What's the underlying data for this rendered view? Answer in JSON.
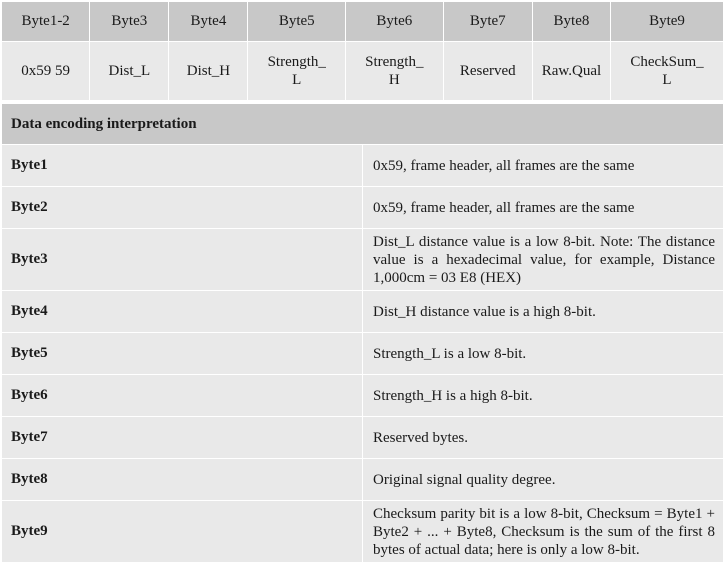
{
  "header": {
    "columns": [
      "Byte1-2",
      "Byte3",
      "Byte4",
      "Byte5",
      "Byte6",
      "Byte7",
      "Byte8",
      "Byte9"
    ],
    "values": [
      "0x59 59",
      "Dist_L",
      "Dist_H",
      "Strength_\nL",
      "Strength_\nH",
      "Reserved",
      "Raw.Qual",
      "CheckSum_\nL"
    ]
  },
  "interpretation": {
    "title": "Data encoding interpretation",
    "rows": [
      {
        "key": "Byte1",
        "desc": "0x59, frame header, all frames are the same"
      },
      {
        "key": "Byte2",
        "desc": "0x59, frame header, all frames are the same"
      },
      {
        "key": "Byte3",
        "desc": "Dist_L distance value is a low 8-bit. Note: The distance value is a hexadecimal value, for example, Distance 1,000cm = 03 E8 (HEX)"
      },
      {
        "key": "Byte4",
        "desc": "Dist_H distance value is a high 8-bit."
      },
      {
        "key": "Byte5",
        "desc": "Strength_L is a low 8-bit."
      },
      {
        "key": "Byte6",
        "desc": "Strength_H is a high 8-bit."
      },
      {
        "key": "Byte7",
        "desc": "Reserved bytes."
      },
      {
        "key": "Byte8",
        "desc": "Original signal quality degree."
      },
      {
        "key": "Byte9",
        "desc": "Checksum parity bit is a low 8-bit, Checksum = Byte1 + Byte2 + ... + Byte8, Checksum is the sum of the first 8 bytes of actual data; here is only a low 8-bit."
      }
    ]
  }
}
